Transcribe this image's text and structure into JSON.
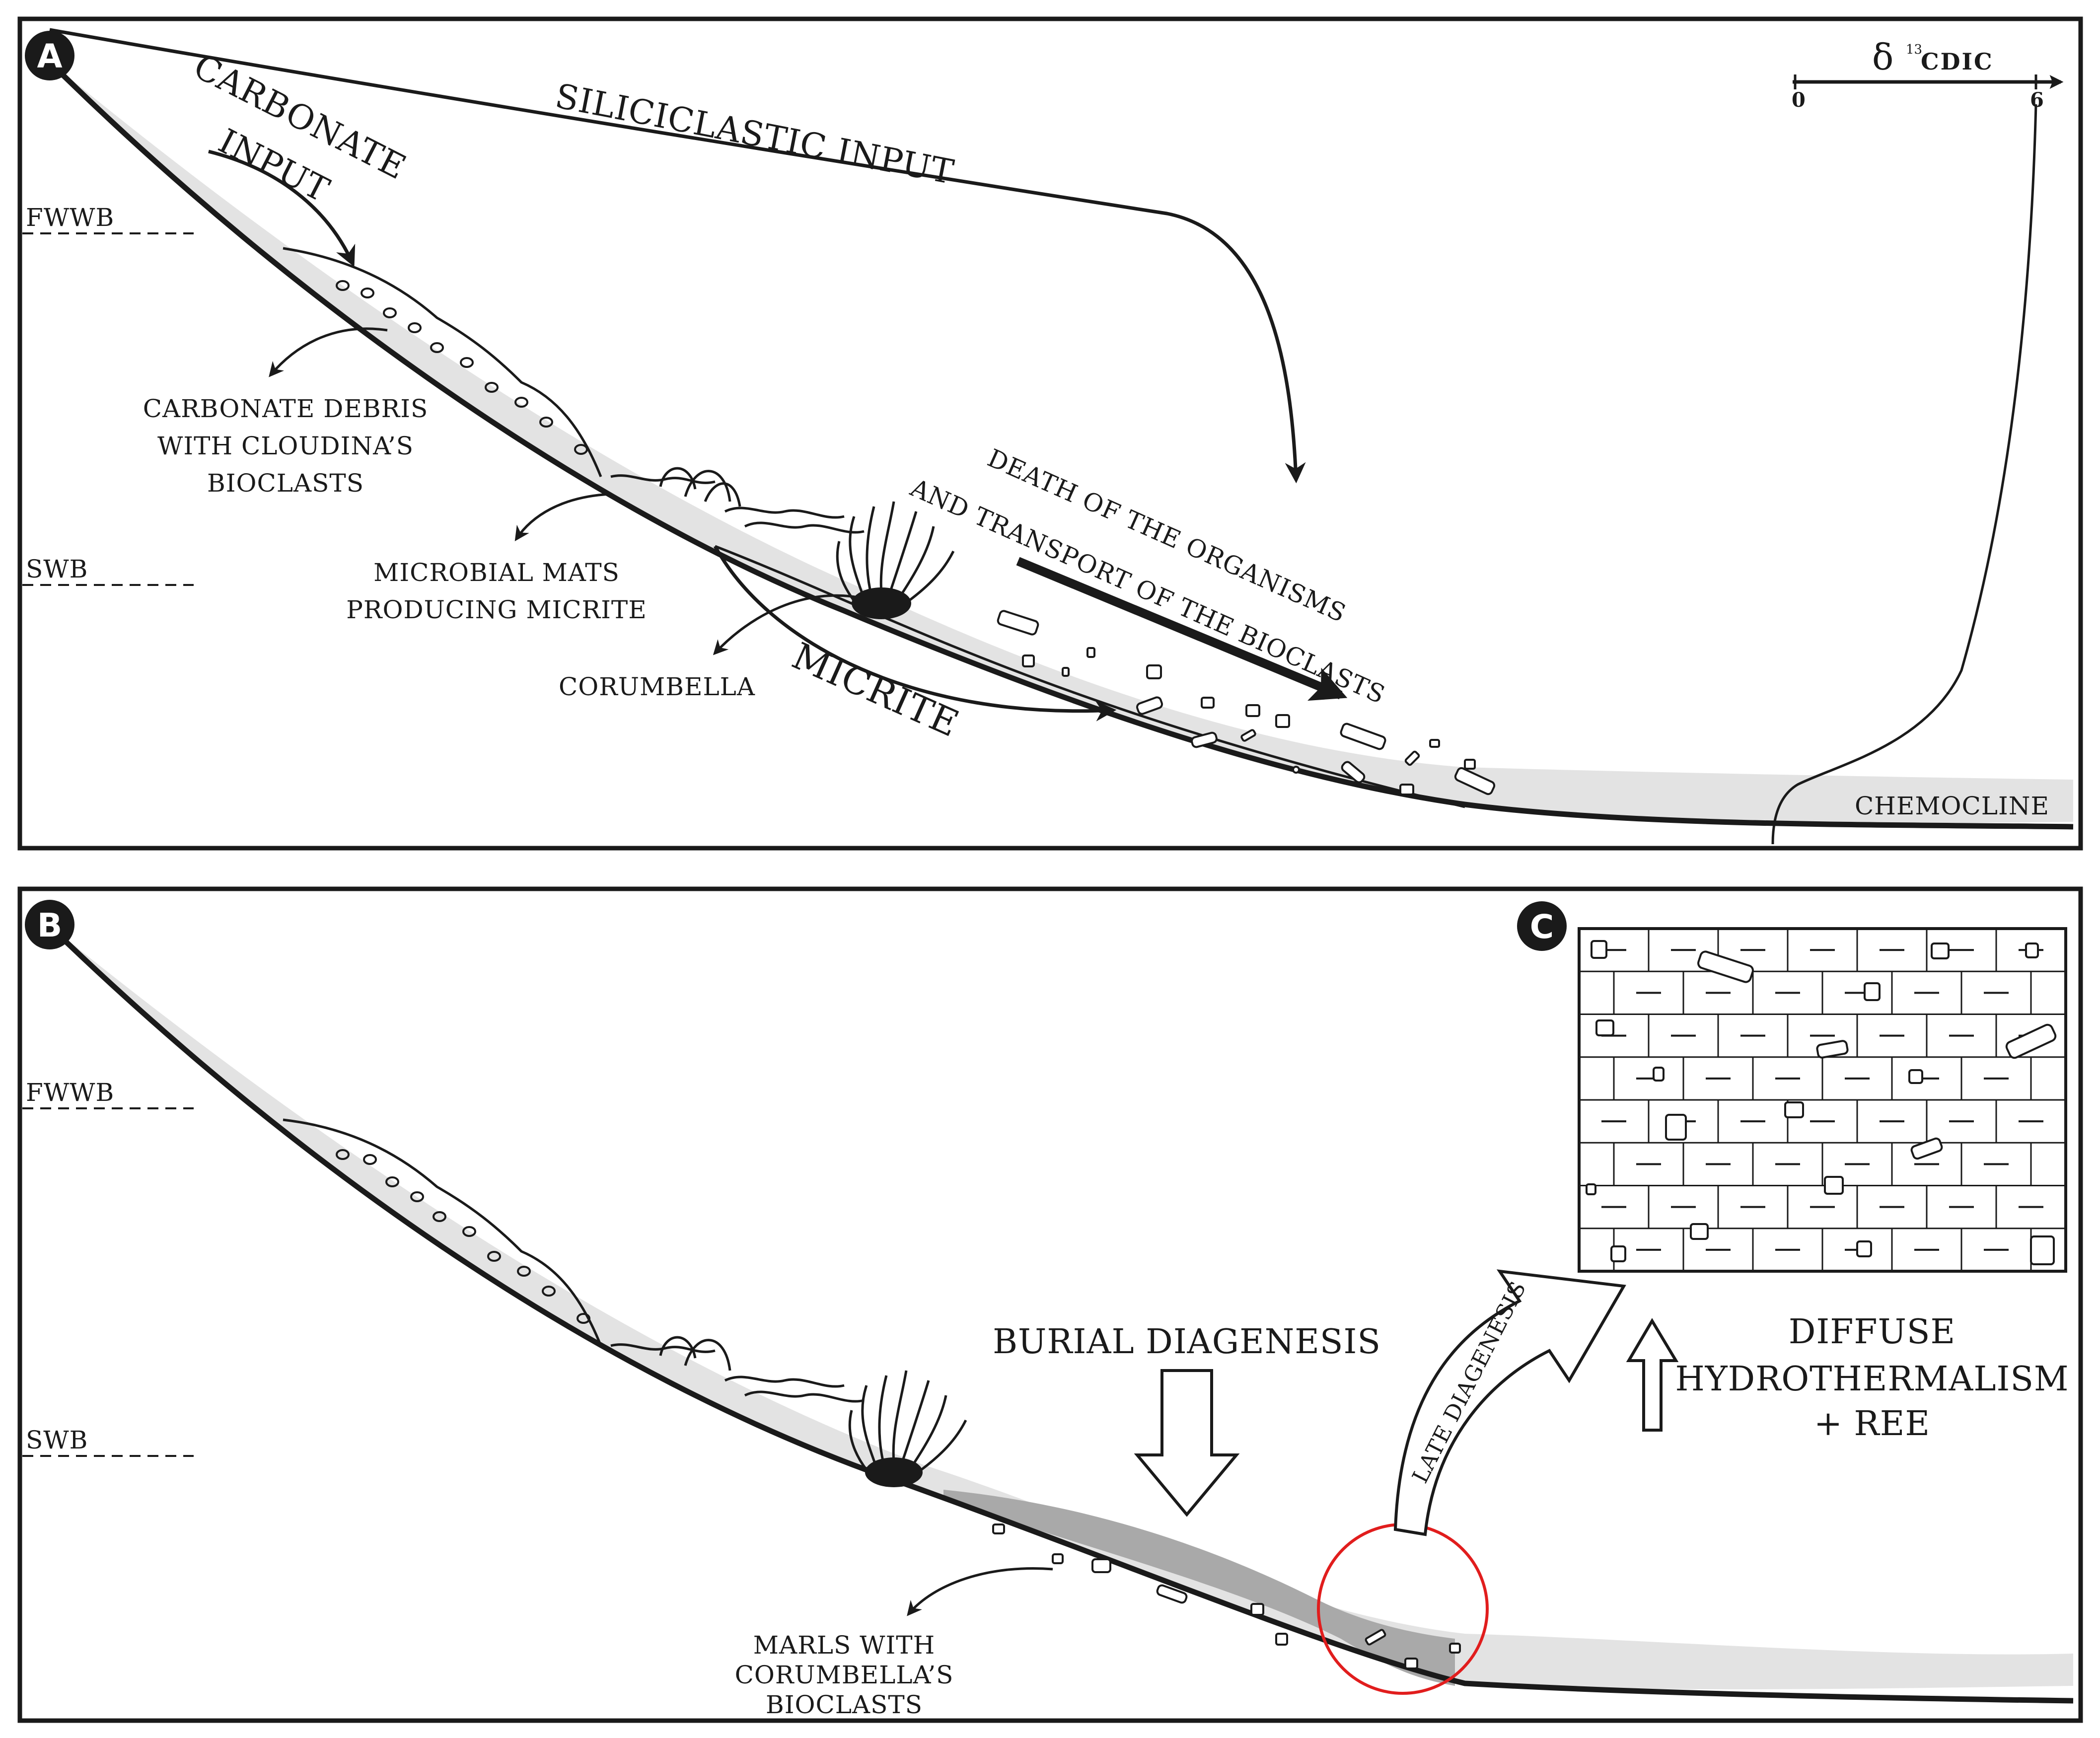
{
  "panel_a": {
    "badge": "A",
    "carbonate_input": [
      "CARBONATE",
      "INPUT"
    ],
    "siliciclastic_input": "SILICICLASTIC INPUT",
    "fwwb": "FWWB",
    "swb": "SWB",
    "carbonate_debris": [
      "CARBONATE DEBRIS",
      "WITH CLOUDINA’S",
      "BIOCLASTS"
    ],
    "microbial_mats": [
      "MICROBIAL MATS",
      "PRODUCING MICRITE"
    ],
    "corumbella": "CORUMBELLA",
    "micrite": "MICRITE",
    "death_transport": [
      "DEATH OF THE ORGANISMS",
      "AND TRANSPORT OF THE BIOCLASTS"
    ],
    "chemocline": "CHEMOCLINE",
    "delta_symbol": "δ",
    "delta_superscript": "13",
    "delta_subscript": "CDIC",
    "scale_min": "0",
    "scale_max": "6"
  },
  "panel_b": {
    "badge": "B",
    "fwwb": "FWWB",
    "swb": "SWB",
    "burial_diagenesis": "BURIAL DIAGENESIS",
    "late_diagenesis": "LATE DIAGENESIS",
    "marls": [
      "MARLS WITH",
      "CORUMBELLA’S",
      "BIOCLASTS"
    ],
    "hydrothermalism": [
      "DIFFUSE",
      "HYDROTHERMALISM",
      "+ REE"
    ]
  },
  "panel_c": {
    "badge": "C"
  },
  "colors": {
    "ink": "#1a1a1a",
    "sediment_light": "#e3e3e3",
    "sediment_dark": "#a9a9a9",
    "highlight_circle": "#e11d1d"
  }
}
